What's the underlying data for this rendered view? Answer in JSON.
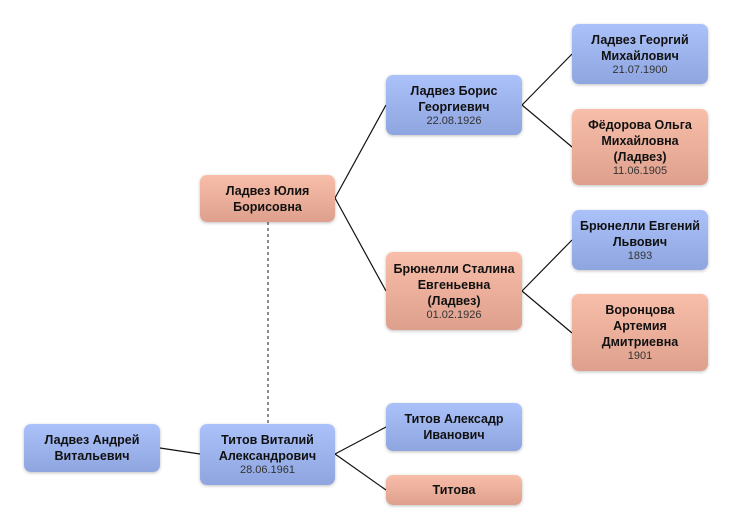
{
  "colors": {
    "male": "#9db3ed",
    "female": "#ecae9a",
    "line": "#111111"
  },
  "people": {
    "andrey": {
      "name": "Ладвез Андрей Витальевич"
    },
    "vitaly": {
      "name": "Титов Виталий Александрович",
      "date": "28.06.1961"
    },
    "aleksandr": {
      "name": "Титов Алексадр Иванович"
    },
    "titova": {
      "name": "Титова"
    },
    "yulia": {
      "name": "Ладвез Юлия Борисовна"
    },
    "boris": {
      "name": "Ладвез Борис Георгиевич",
      "date": "22.08.1926"
    },
    "stalina": {
      "name": "Брюнелли Сталина Евгеньевна (Ладвез)",
      "date": "01.02.1926"
    },
    "georgy": {
      "name": "Ладвез Георгий Михайлович",
      "date": "21.07.1900"
    },
    "olga": {
      "name": "Фёдорова Ольга Михайловна (Ладвез)",
      "date": "11.06.1905"
    },
    "evgeny": {
      "name": "Брюнелли Евгений Львович",
      "date": "1893"
    },
    "artemia": {
      "name": "Воронцова Артемия Дмитриевна",
      "date": "1901"
    }
  }
}
